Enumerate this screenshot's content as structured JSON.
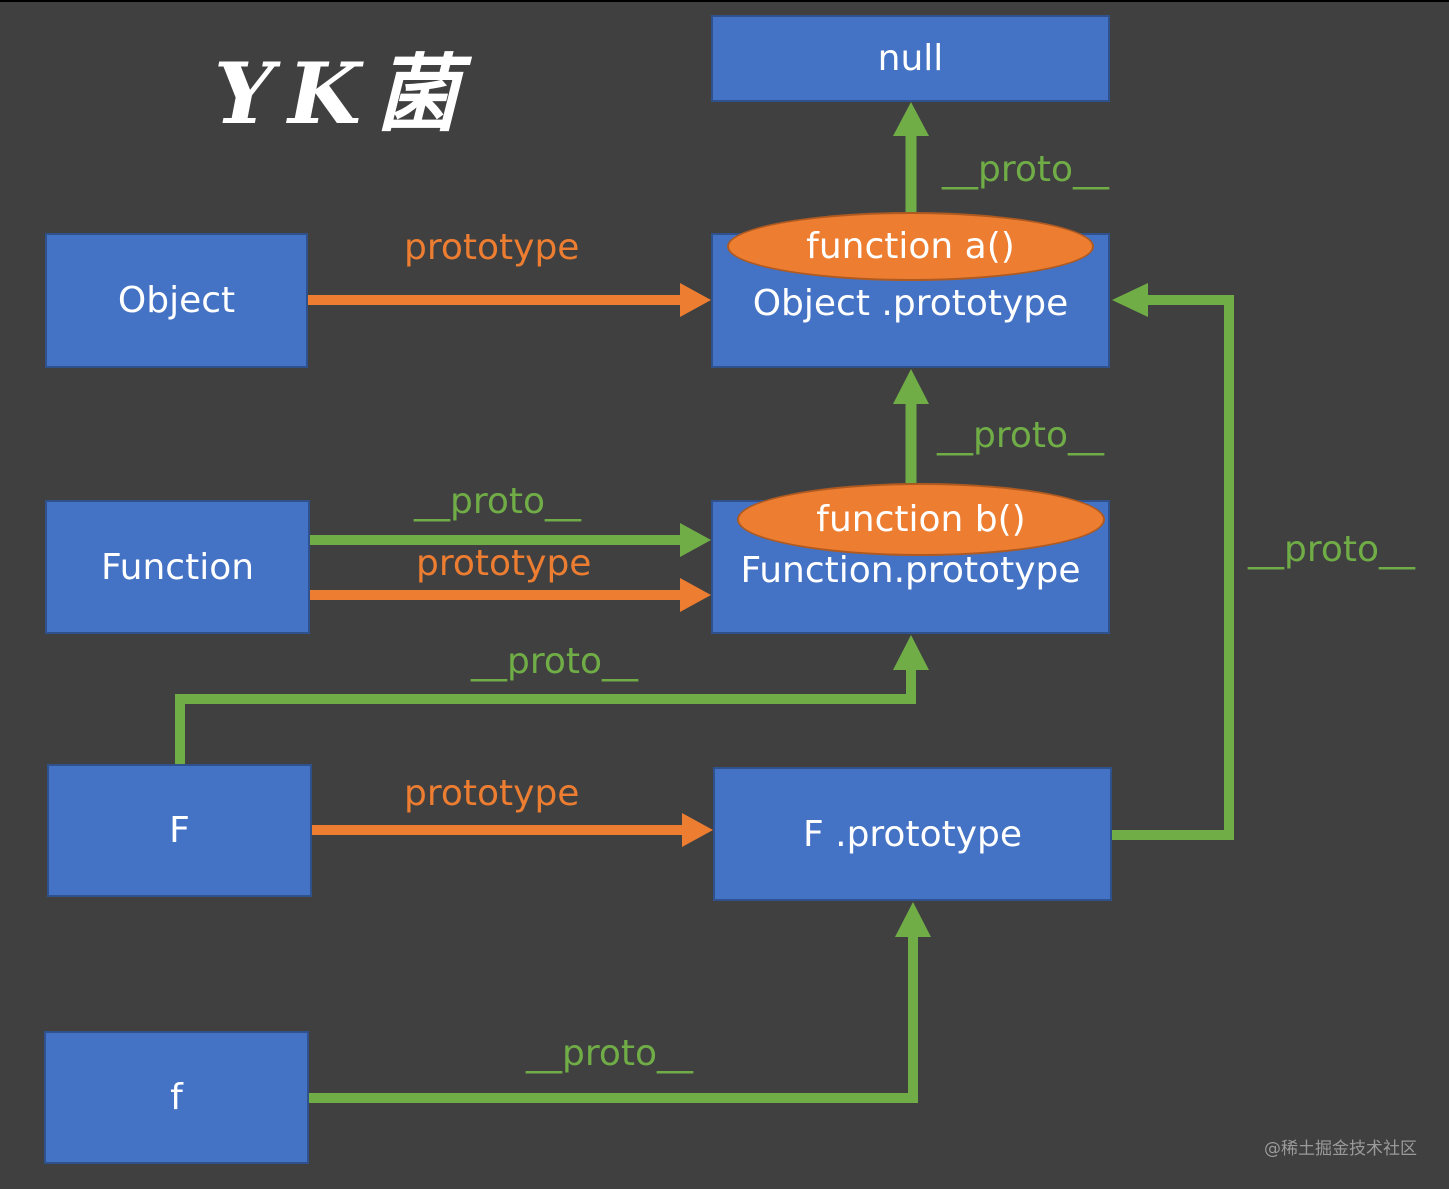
{
  "logo": {
    "text": "YK菌"
  },
  "watermark": "@稀土掘金技术社区",
  "colors": {
    "background": "#404040",
    "box": "#4472c4",
    "ellipse": "#ed7d31",
    "proto": "#70ad47",
    "prototype": "#ed7d31"
  },
  "nodes": {
    "null": "null",
    "object": "Object",
    "object_prototype": "Object .prototype",
    "function_a": "function a()",
    "function": "Function",
    "function_prototype": "Function.prototype",
    "function_b": "function b()",
    "F": "F",
    "F_prototype": "F .prototype",
    "f": "f"
  },
  "edges": [
    {
      "from": "Object .prototype",
      "to": "null",
      "label": "__proto__",
      "kind": "proto"
    },
    {
      "from": "Object",
      "to": "Object .prototype",
      "label": "prototype",
      "kind": "prototype"
    },
    {
      "from": "Function.prototype",
      "to": "Object .prototype",
      "label": "__proto__",
      "kind": "proto"
    },
    {
      "from": "Function",
      "to": "Function.prototype",
      "label": "__proto__",
      "kind": "proto"
    },
    {
      "from": "Function",
      "to": "Function.prototype",
      "label": "prototype",
      "kind": "prototype"
    },
    {
      "from": "F",
      "to": "Function.prototype",
      "label": "__proto__",
      "kind": "proto"
    },
    {
      "from": "F",
      "to": "F .prototype",
      "label": "prototype",
      "kind": "prototype"
    },
    {
      "from": "F .prototype",
      "to": "Object .prototype",
      "label": "__proto__",
      "kind": "proto"
    },
    {
      "from": "f",
      "to": "F .prototype",
      "label": "__proto__",
      "kind": "proto"
    }
  ]
}
